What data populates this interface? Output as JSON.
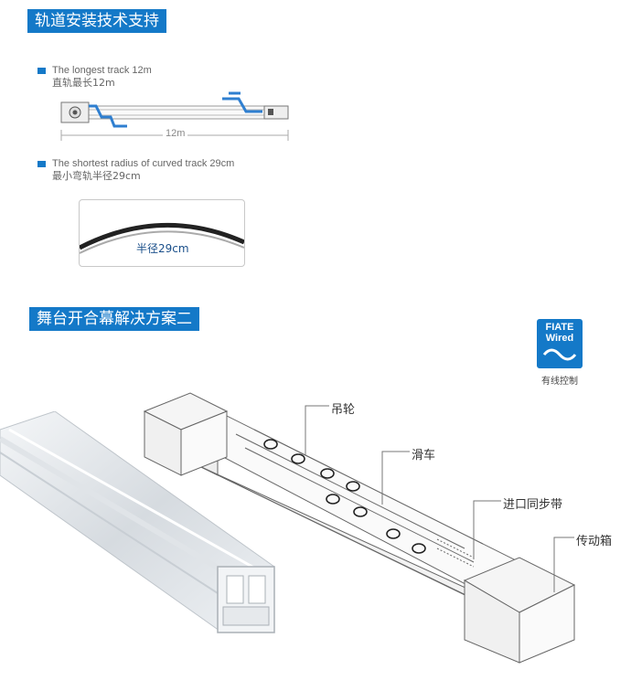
{
  "section1": {
    "title": "轨道安装技术支持",
    "longest": {
      "en": "The longest track 12m",
      "zh": "直轨最长12m",
      "measure": "12m"
    },
    "shortest": {
      "en": "The shortest radius of curved track 29cm",
      "zh": "最小弯轨半径29cm",
      "radius_label": "半径29cm"
    }
  },
  "section2": {
    "title": "舞台开合幕解决方案二",
    "logo": {
      "line1": "FIATE",
      "line2": "Wired",
      "caption": "有线控制"
    },
    "callouts": [
      "吊轮",
      "滑车",
      "进口同步带",
      "传动箱"
    ]
  },
  "colors": {
    "accent": "#1479c8",
    "cable": "#2f7fd0"
  }
}
